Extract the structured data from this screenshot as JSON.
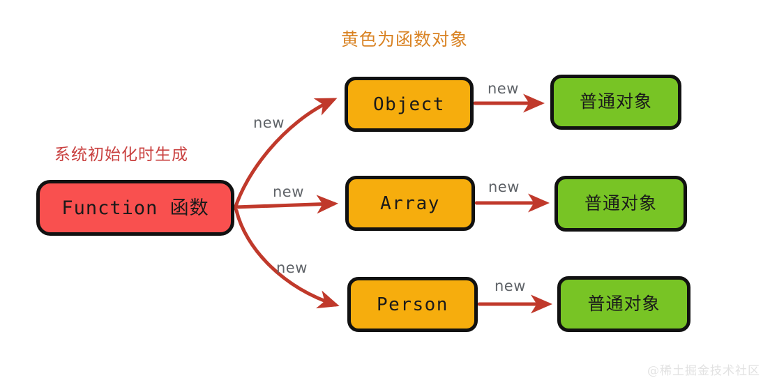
{
  "diagram": {
    "title_note": "黄色为函数对象",
    "root_note": "系统初始化时生成",
    "watermark": "@稀土掘金技术社区",
    "colors": {
      "root_fill": "#f9504f",
      "constructor_fill": "#f6ad0d",
      "plain_object_fill": "#78c425",
      "border": "#111111",
      "arrow": "#c0392b",
      "title_note_text": "#d98324",
      "root_note_text": "#c9403f",
      "edge_label_text": "#5f6368",
      "background": "#ffffff"
    },
    "nodes": {
      "root": {
        "label": "Function 函数"
      },
      "constructors": [
        {
          "label": "Object"
        },
        {
          "label": "Array"
        },
        {
          "label": "Person"
        }
      ],
      "instances": [
        {
          "label": "普通对象"
        },
        {
          "label": "普通对象"
        },
        {
          "label": "普通对象"
        }
      ]
    },
    "edges": {
      "from_root": [
        {
          "label": "new",
          "target": "Object"
        },
        {
          "label": "new",
          "target": "Array"
        },
        {
          "label": "new",
          "target": "Person"
        }
      ],
      "from_constructors": [
        {
          "label": "new",
          "source": "Object",
          "target": "普通对象"
        },
        {
          "label": "new",
          "source": "Array",
          "target": "普通对象"
        },
        {
          "label": "new",
          "source": "Person",
          "target": "普通对象"
        }
      ]
    }
  }
}
